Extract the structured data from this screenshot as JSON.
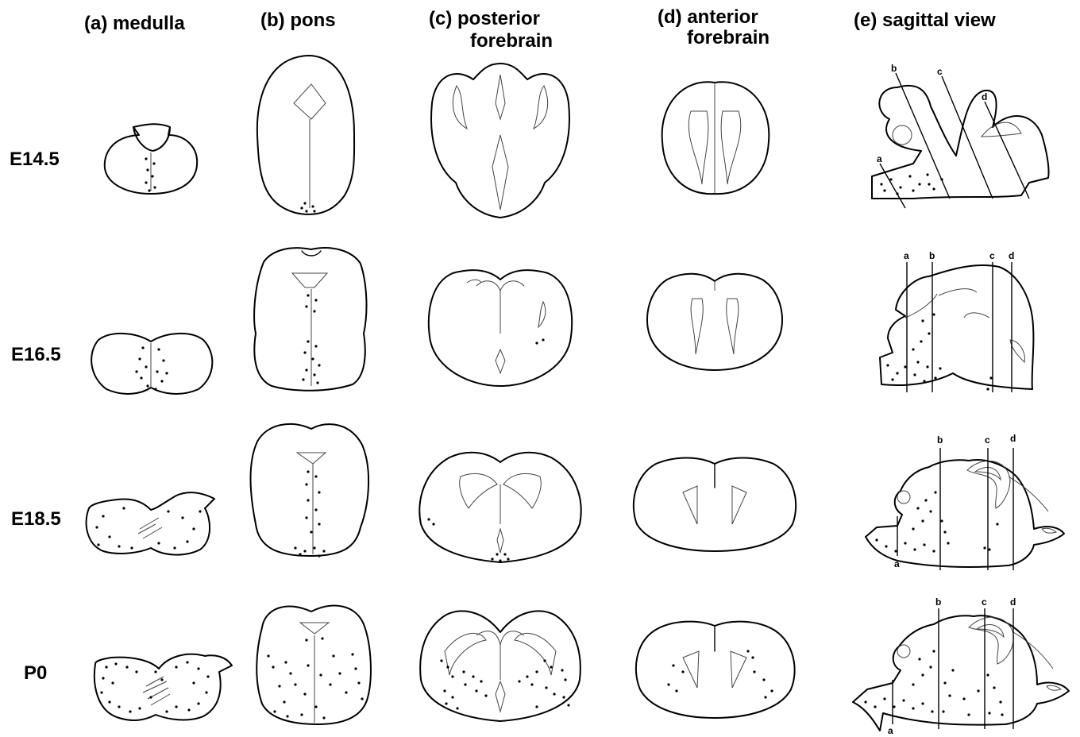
{
  "columns": [
    {
      "line1": "(a) medulla",
      "line2": ""
    },
    {
      "line1": "(b) pons",
      "line2": ""
    },
    {
      "line1": "(c) posterior",
      "line2": "forebrain"
    },
    {
      "line1": "(d) anterior",
      "line2": "forebrain"
    },
    {
      "line1": "(e) sagittal view",
      "line2": ""
    }
  ],
  "rows": [
    "E14.5",
    "E16.5",
    "E18.5",
    "P0"
  ],
  "cut_labels": {
    "a": "a",
    "b": "b",
    "c": "c",
    "d": "d"
  }
}
